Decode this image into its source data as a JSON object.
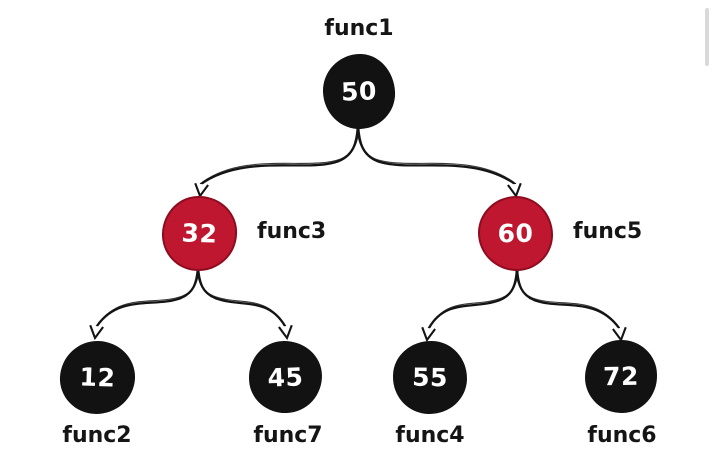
{
  "colors": {
    "background": "#ffffff",
    "black_node": "#121212",
    "red_node": "#bf1730",
    "red_node_border": "#8f0c20",
    "node_text": "#ffffff",
    "label_text": "#151515",
    "edge": "#141414",
    "scrollbar": "#d9d9d9"
  },
  "tree": {
    "description": "binary tree of functions (red-black style nodes)",
    "nodes": [
      {
        "id": "n50",
        "value": "50",
        "label": "func1",
        "label_position": "above",
        "color": "black"
      },
      {
        "id": "n32",
        "value": "32",
        "label": "func3",
        "label_position": "right",
        "color": "red"
      },
      {
        "id": "n60",
        "value": "60",
        "label": "func5",
        "label_position": "right",
        "color": "red"
      },
      {
        "id": "n12",
        "value": "12",
        "label": "func2",
        "label_position": "below",
        "color": "black"
      },
      {
        "id": "n45",
        "value": "45",
        "label": "func7",
        "label_position": "below",
        "color": "black"
      },
      {
        "id": "n55",
        "value": "55",
        "label": "func4",
        "label_position": "below",
        "color": "black"
      },
      {
        "id": "n72",
        "value": "72",
        "label": "func6",
        "label_position": "below",
        "color": "black"
      }
    ],
    "edges": [
      {
        "from": "n50",
        "to": "n32",
        "side": "left"
      },
      {
        "from": "n50",
        "to": "n60",
        "side": "right"
      },
      {
        "from": "n32",
        "to": "n12",
        "side": "left"
      },
      {
        "from": "n32",
        "to": "n45",
        "side": "right"
      },
      {
        "from": "n60",
        "to": "n55",
        "side": "left"
      },
      {
        "from": "n60",
        "to": "n72",
        "side": "right"
      }
    ]
  }
}
